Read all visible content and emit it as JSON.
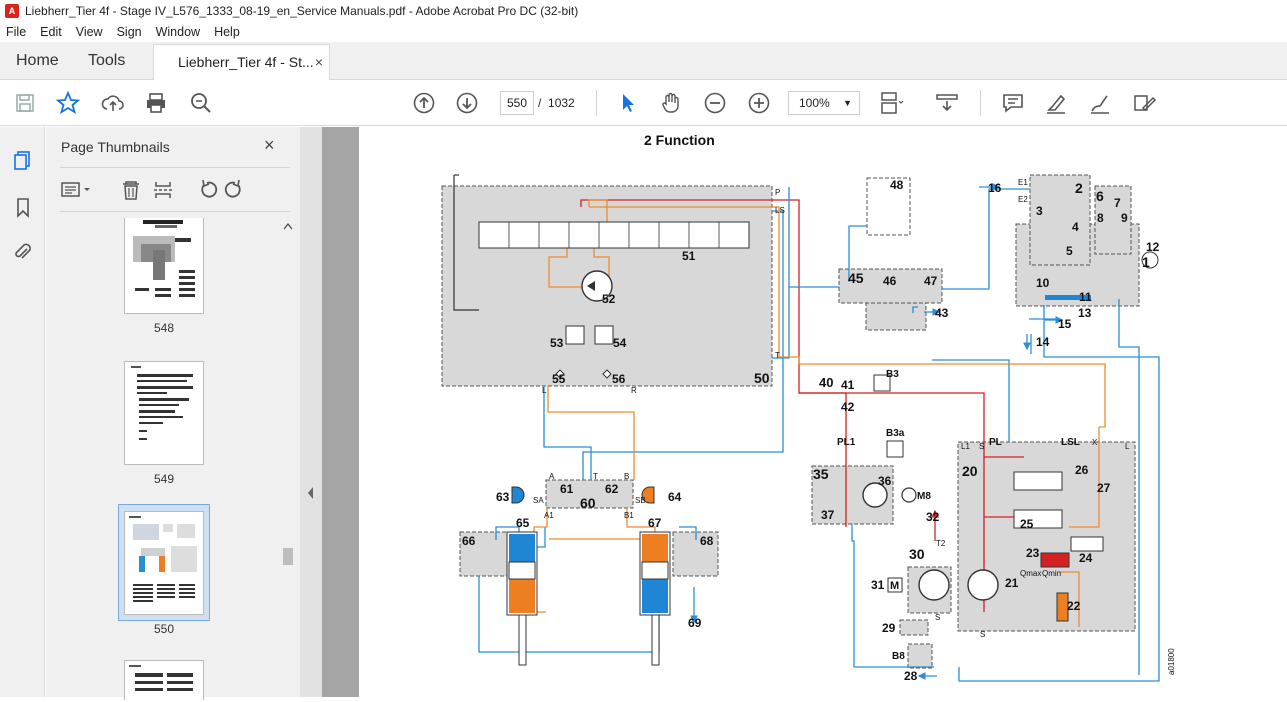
{
  "window": {
    "title": "Liebherr_Tier 4f - Stage IV_L576_1333_08-19_en_Service Manuals.pdf - Adobe Acrobat Pro DC (32-bit)"
  },
  "menu": [
    "File",
    "Edit",
    "View",
    "Sign",
    "Window",
    "Help"
  ],
  "tabs": {
    "home": "Home",
    "tools": "Tools",
    "document": "Liebherr_Tier 4f - St...",
    "close": "×"
  },
  "toolbar": {
    "page_current": "550",
    "page_separator": "/",
    "page_total": "1032",
    "zoom": "100%",
    "icons": [
      "save-icon",
      "bookmark-star-icon",
      "upload-icon",
      "print-icon",
      "search-zoom-icon",
      "page-up-icon",
      "page-down-icon",
      "select-cursor-icon",
      "hand-icon",
      "zoom-out-icon",
      "zoom-in-icon",
      "page-fit-icon",
      "scroll-mode-icon",
      "comment-icon",
      "highlight-icon",
      "sign-icon",
      "edit-pdf-icon"
    ]
  },
  "panel": {
    "title": "Page Thumbnails",
    "close": "×",
    "thumbnails": [
      {
        "label": "548"
      },
      {
        "label": "549"
      },
      {
        "label": "550",
        "selected": true
      }
    ]
  },
  "document": {
    "heading": "2 Function",
    "diagram_labels": {
      "n1": "1",
      "n2": "2",
      "n3": "3",
      "n4": "4",
      "n5": "5",
      "n6": "6",
      "n7": "7",
      "n8": "8",
      "n9": "9",
      "n10": "10",
      "n11": "11",
      "n12": "12",
      "n13": "13",
      "n14": "14",
      "n15": "15",
      "n16": "16",
      "n20": "20",
      "n21": "21",
      "n22": "22",
      "n23": "23",
      "n24": "24",
      "n25": "25",
      "n26": "26",
      "n27": "27",
      "n28": "28",
      "n29": "29",
      "n30": "30",
      "n31": "31",
      "n32": "32",
      "n35": "35",
      "n36": "36",
      "n37": "37",
      "n40": "40",
      "n41": "41",
      "n42": "42",
      "n43": "43",
      "n45": "45",
      "n46": "46",
      "n47": "47",
      "n48": "48",
      "n50": "50",
      "n51": "51",
      "n52": "52",
      "n53": "53",
      "n54": "54",
      "n55": "55",
      "n56": "56",
      "n60": "60",
      "n61": "61",
      "n62": "62",
      "n63": "63",
      "n64": "64",
      "n65": "65",
      "n66": "66",
      "n67": "67",
      "n68": "68",
      "n69": "69",
      "b3": "B3",
      "b3a": "B3a",
      "b8": "B8",
      "m8": "M8",
      "pl1": "PL1",
      "pl": "PL",
      "lsl": "LSL",
      "p": "P",
      "ls": "LS",
      "t": "T",
      "l": "L",
      "r": "R",
      "a": "A",
      "b": "B",
      "a1": "A1",
      "b1": "B1",
      "sa": "SA",
      "sb": "SB",
      "e1": "E1",
      "e2": "E2",
      "l1": "L1",
      "s": "S",
      "t2": "T2",
      "x": "X",
      "qmax": "Qmax",
      "qmin": "Qmin",
      "m": "M",
      "drawing_no": "a01800"
    }
  },
  "colors": {
    "red": "#d42020",
    "blue": "#2a8fd6",
    "orange": "#f08a30",
    "gray_fill": "#d8d8d8",
    "blue_fill": "#1f86d6",
    "orange_fill": "#ee7e22"
  }
}
